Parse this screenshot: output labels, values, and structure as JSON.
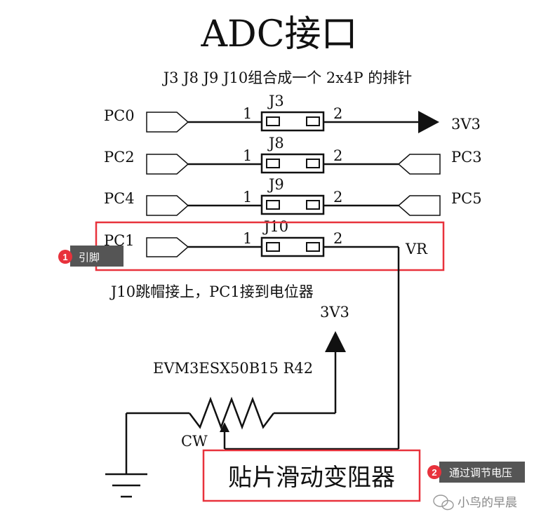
{
  "title": "ADC接口",
  "subtitle": "J3 J8 J9 J10组合成一个 2x4P 的排针",
  "rows": [
    {
      "left": "PC0",
      "jumper": "J3",
      "pin1": "1",
      "pin2": "2",
      "right": "3V3",
      "right_type": "power-arrow"
    },
    {
      "left": "PC2",
      "jumper": "J8",
      "pin1": "1",
      "pin2": "2",
      "right": "PC3",
      "right_type": "port"
    },
    {
      "left": "PC4",
      "jumper": "J9",
      "pin1": "1",
      "pin2": "2",
      "right": "PC5",
      "right_type": "port"
    },
    {
      "left": "PC1",
      "jumper": "J10",
      "pin1": "1",
      "pin2": "2",
      "right": "VR",
      "right_type": "net"
    }
  ],
  "note": "J10跳帽接上，PC1接到电位器",
  "pot": {
    "supply": "3V3",
    "part": "EVM3ESX50B15 R42",
    "cw": "CW",
    "caption": "贴片滑动变阻器"
  },
  "annotations": [
    {
      "num": "1",
      "text": "引脚"
    },
    {
      "num": "2",
      "text": "通过调节电压"
    }
  ],
  "watermark": "小鸟的早晨",
  "colors": {
    "ink": "#111111",
    "highlight": "#e8323c",
    "badge": "#e8323c",
    "label_bg": "#555555"
  }
}
